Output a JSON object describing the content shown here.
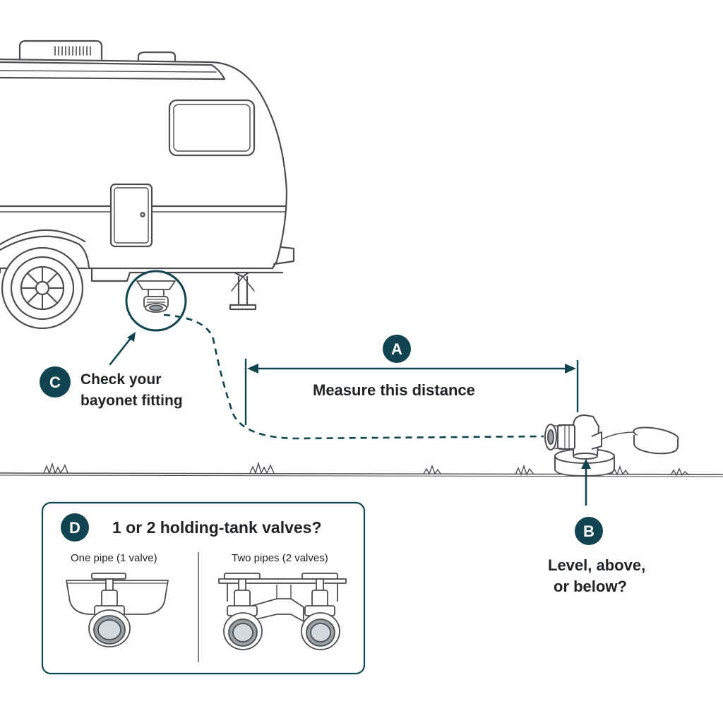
{
  "colors": {
    "accent": "#0f4450",
    "line": "#4a4e52",
    "light": "#9aa0a4",
    "text": "#1f2326"
  },
  "markers": {
    "a": "A",
    "b": "B",
    "c": "C",
    "d": "D"
  },
  "labels": {
    "measure": "Measure this distance",
    "level_line1": "Level, above,",
    "level_line2": "or below?",
    "bayonet_line1": "Check your",
    "bayonet_line2": "bayonet fitting"
  },
  "valves_panel": {
    "title": "1 or 2 holding-tank valves?",
    "one_pipe": "One pipe (1 valve)",
    "two_pipes": "Two pipes (2 valves)"
  },
  "icons": {
    "rv": "travel-trailer-icon",
    "inlet": "sewer-inlet-icon",
    "bayonet": "bayonet-fitting-icon",
    "valve": "gate-valve-icon"
  }
}
